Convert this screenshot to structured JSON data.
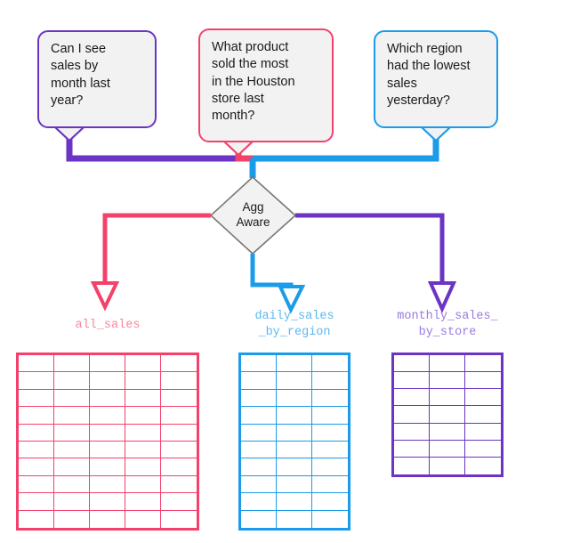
{
  "diagram": {
    "title": "Agg Aware query routing diagram",
    "background": "#ffffff"
  },
  "colors": {
    "purple": "#6B34C4",
    "red": "#F4416B",
    "blue": "#1B9BE8",
    "purple_light": "#9A7BE0",
    "red_light": "#F7889F",
    "blue_light": "#5CB8F0",
    "node_fill": "#F2F2F2",
    "node_stroke": "#777777",
    "text": "#1a1a1a"
  },
  "questions": [
    {
      "id": "q1",
      "text": "Can I see\nsales by\nmonth last\nyear?",
      "color": "#6B34C4",
      "routes_to": "monthly_sales_by_store"
    },
    {
      "id": "q2",
      "text": "What product\nsold the most\nin the Houston\nstore last\nmonth?",
      "color": "#F4416B",
      "routes_to": "all_sales"
    },
    {
      "id": "q3",
      "text": "Which region\nhad the lowest\nsales\nyesterday?",
      "color": "#1B9BE8",
      "routes_to": "daily_sales_by_region"
    }
  ],
  "router": {
    "label_line1": "Agg",
    "label_line2": "Aware",
    "shape": "diamond",
    "fill": "#F2F2F2",
    "stroke": "#777777"
  },
  "tables": [
    {
      "id": "all_sales",
      "caption": "all_sales",
      "color": "#F4416B",
      "caption_color": "#F7889F",
      "columns": 5,
      "rows": 10
    },
    {
      "id": "daily_sales_by_region",
      "caption": "daily_sales\n_by_region",
      "color": "#1B9BE8",
      "caption_color": "#5CB8F0",
      "columns": 3,
      "rows": 10
    },
    {
      "id": "monthly_sales_by_store",
      "caption": "monthly_sales_\nby_store",
      "color": "#6B34C4",
      "caption_color": "#9A7BE0",
      "columns": 3,
      "rows": 7
    }
  ],
  "connectors": [
    {
      "id": "q1-to-bus",
      "color": "#6B34C4",
      "from": "q1-bubble-tail",
      "to": "router-bus"
    },
    {
      "id": "q2-to-bus",
      "color": "#F4416B",
      "from": "q2-bubble-tail",
      "to": "router-bus"
    },
    {
      "id": "q3-to-bus",
      "color": "#1B9BE8",
      "from": "q3-bubble-tail",
      "to": "router-bus"
    },
    {
      "id": "bus-to-router",
      "color": "#1B9BE8",
      "from": "router-bus",
      "to": "agg-aware-diamond"
    },
    {
      "id": "router-left",
      "color": "#F4416B",
      "from": "agg-aware-diamond",
      "to": "all_sales",
      "arrowhead": "hollow-triangle"
    },
    {
      "id": "router-down",
      "color": "#1B9BE8",
      "from": "agg-aware-diamond",
      "to": "daily_sales_by_region",
      "arrowhead": "hollow-triangle"
    },
    {
      "id": "router-right",
      "color": "#6B34C4",
      "from": "agg-aware-diamond",
      "to": "monthly_sales_by_store",
      "arrowhead": "hollow-triangle"
    }
  ]
}
